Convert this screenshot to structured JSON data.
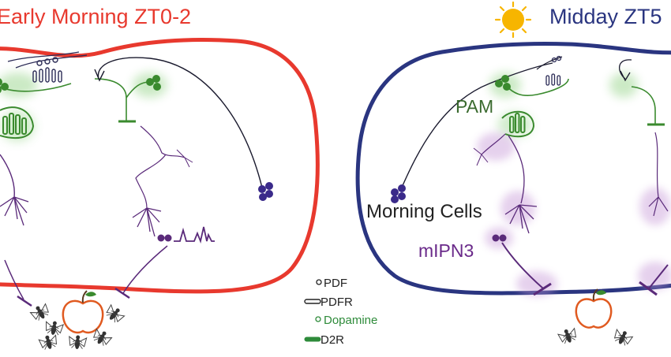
{
  "titles": {
    "left": "Early Morning ZT0-2",
    "right": "Midday ZT5"
  },
  "labels": {
    "pam": "PAM",
    "morning_cells": "Morning Cells",
    "mlpn3": "mIPN3"
  },
  "legend": {
    "items": [
      {
        "symbol": "PDF-icon",
        "label": "PDF"
      },
      {
        "symbol": "PDFR-icon",
        "label": "PDFR"
      },
      {
        "symbol": "dopamine-icon",
        "label": "Dopamine"
      },
      {
        "symbol": "D2R-icon",
        "label": "D2R"
      }
    ]
  },
  "colors": {
    "early_title": "#e8392e",
    "early_brain": "#e8392e",
    "midday_title": "#2a3580",
    "midday_brain": "#2a3580",
    "pam_green": "#3a8a2e",
    "dopamine_green": "#2e8b3a",
    "neuron_purple": "#5a2a7a",
    "morning_cells_purple": "#3a2a8a",
    "apple_orange": "#e05a20",
    "sun_yellow": "#f7b500"
  }
}
